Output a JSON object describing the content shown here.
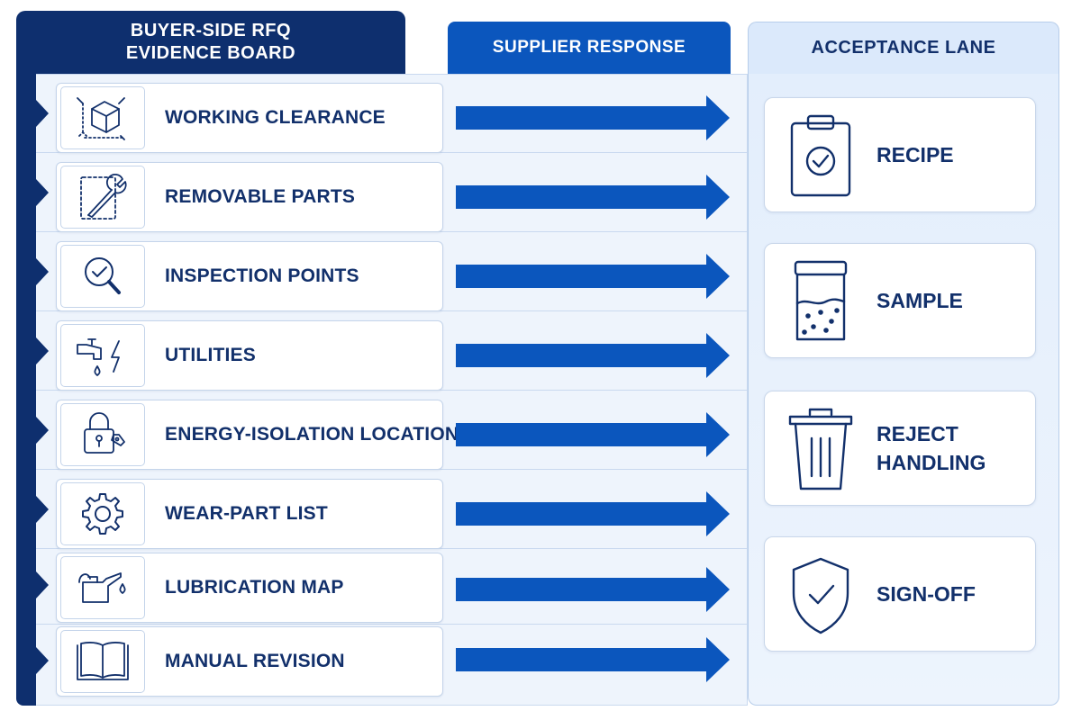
{
  "headers": {
    "buyer": "BUYER-SIDE RFQ\nEVIDENCE BOARD",
    "supplier": "SUPPLIER RESPONSE",
    "acceptance": "ACCEPTANCE LANE"
  },
  "evidence_items": [
    {
      "label": "WORKING CLEARANCE",
      "icon": "clearance-box-icon"
    },
    {
      "label": "REMOVABLE PARTS",
      "icon": "wrench-icon"
    },
    {
      "label": "INSPECTION POINTS",
      "icon": "magnifier-check-icon"
    },
    {
      "label": "UTILITIES",
      "icon": "faucet-lightning-icon"
    },
    {
      "label": "ENERGY-ISOLATION LOCATIONS",
      "icon": "padlock-tag-icon"
    },
    {
      "label": "WEAR-PART LIST",
      "icon": "gear-icon"
    },
    {
      "label": "LUBRICATION MAP",
      "icon": "oil-can-icon"
    },
    {
      "label": "MANUAL REVISION",
      "icon": "open-book-icon"
    }
  ],
  "acceptance_items": [
    {
      "label": "RECIPE",
      "icon": "clipboard-check-icon"
    },
    {
      "label": "SAMPLE",
      "icon": "sample-jar-icon"
    },
    {
      "label": "REJECT\nHANDLING",
      "icon": "trash-bin-icon"
    },
    {
      "label": "SIGN-OFF",
      "icon": "shield-check-icon"
    }
  ],
  "colors": {
    "navy": "#0e2f6e",
    "supplier_blue": "#0b56bd",
    "arrow_blue": "#0b56bd",
    "acceptance_bg": "#dbe9fb",
    "text": "#12306b"
  }
}
